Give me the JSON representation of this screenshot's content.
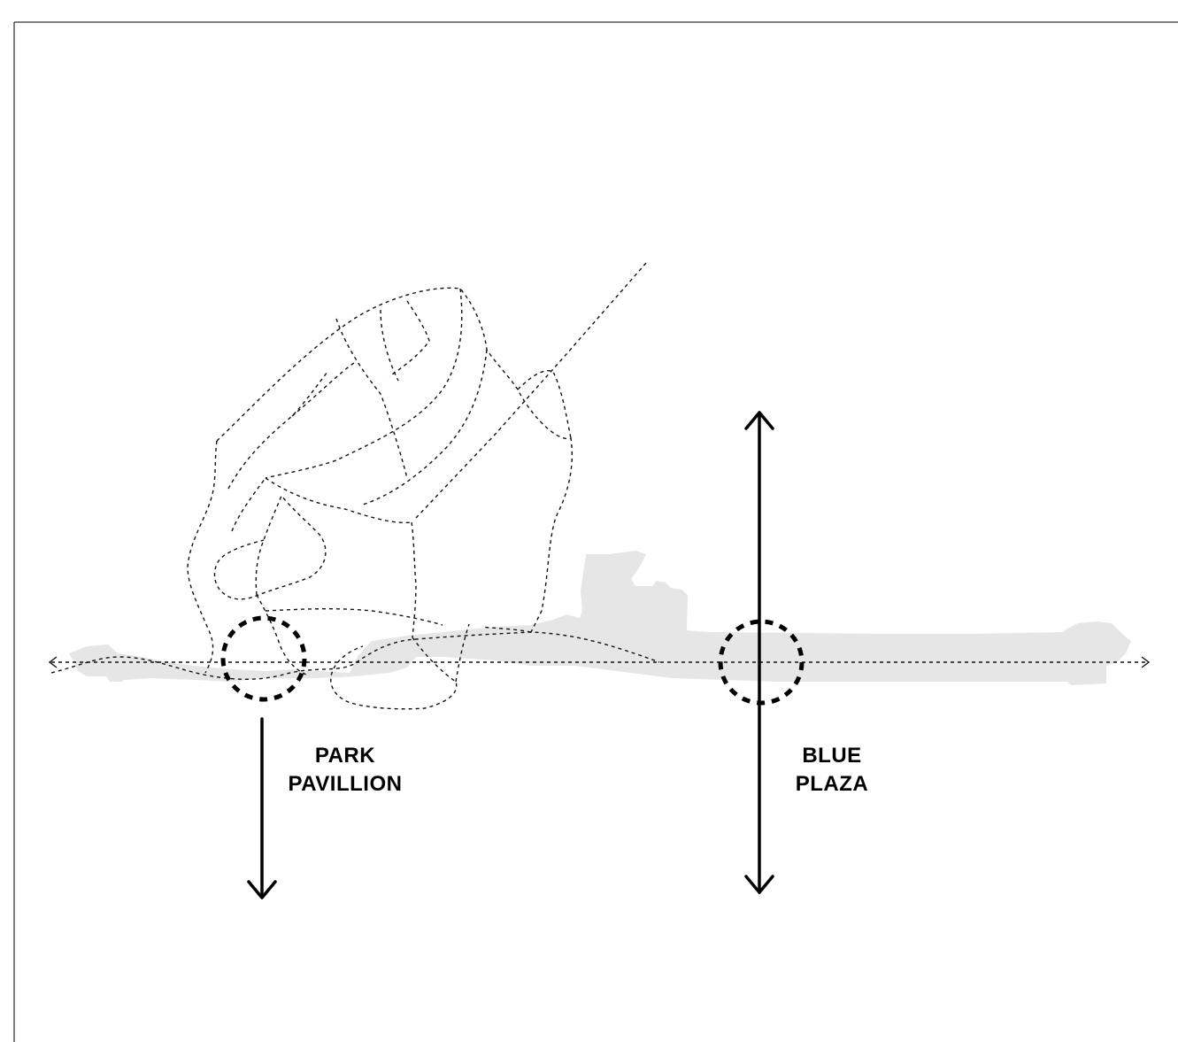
{
  "labels": {
    "park_pavillion": {
      "line1": "PARK",
      "line2": "PAVILLION"
    },
    "blue_plaza": {
      "line1": "BLUE",
      "line2": "PLAZA"
    }
  },
  "colors": {
    "footprint": "#e6e6e6",
    "line": "#000000",
    "background": "#ffffff"
  }
}
